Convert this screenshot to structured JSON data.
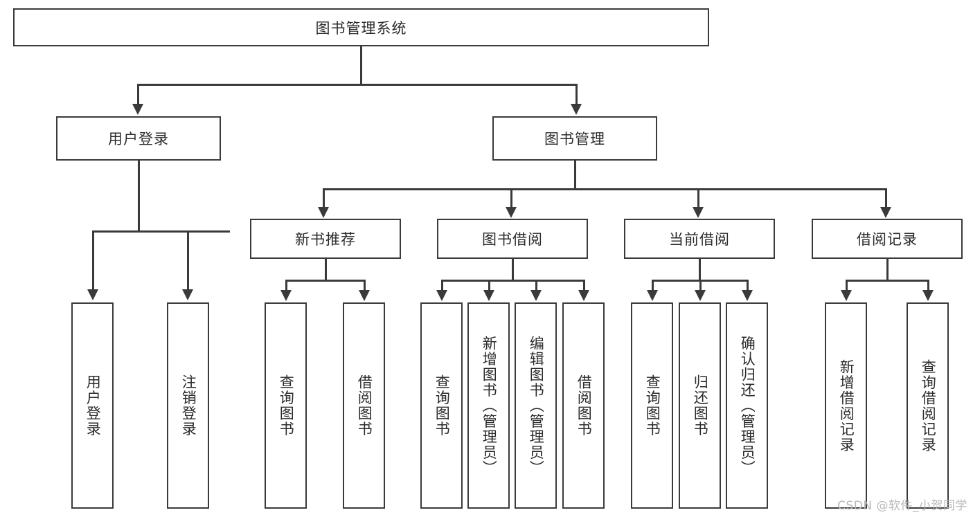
{
  "diagram": {
    "type": "tree-hierarchy",
    "title": "图书管理系统",
    "root": {
      "id": "root",
      "label": "图书管理系统",
      "orientation": "horizontal"
    },
    "level2": [
      {
        "id": "user-login",
        "label": "用户登录",
        "orientation": "horizontal"
      },
      {
        "id": "book-management",
        "label": "图书管理",
        "orientation": "horizontal"
      }
    ],
    "level3": [
      {
        "id": "new-book-recommend",
        "label": "新书推荐",
        "orientation": "horizontal",
        "parent": "book-management"
      },
      {
        "id": "book-borrow",
        "label": "图书借阅",
        "orientation": "horizontal",
        "parent": "book-management"
      },
      {
        "id": "current-borrow",
        "label": "当前借阅",
        "orientation": "horizontal",
        "parent": "book-management"
      },
      {
        "id": "borrow-record",
        "label": "借阅记录",
        "orientation": "horizontal",
        "parent": "book-management"
      }
    ],
    "leaves": {
      "user_login": [
        {
          "id": "leaf-user-login",
          "label": "用户登录"
        },
        {
          "id": "leaf-logout",
          "label": "注销登录"
        }
      ],
      "new_book_recommend": [
        {
          "id": "leaf-query-book-1",
          "label": "查询图书"
        },
        {
          "id": "leaf-borrow-book-1",
          "label": "借阅图书"
        }
      ],
      "book_borrow": [
        {
          "id": "leaf-query-book-2",
          "label": "查询图书"
        },
        {
          "id": "leaf-add-book",
          "label": "新增图书（管理员）"
        },
        {
          "id": "leaf-edit-book",
          "label": "编辑图书（管理员）"
        },
        {
          "id": "leaf-borrow-book-2",
          "label": "借阅图书"
        }
      ],
      "current_borrow": [
        {
          "id": "leaf-query-book-3",
          "label": "查询图书"
        },
        {
          "id": "leaf-return-book",
          "label": "归还图书"
        },
        {
          "id": "leaf-confirm-return",
          "label": "确认归还（管理员）"
        }
      ],
      "borrow_record": [
        {
          "id": "leaf-add-record",
          "label": "新增借阅记录"
        },
        {
          "id": "leaf-query-record",
          "label": "查询借阅记录"
        }
      ]
    },
    "colors": {
      "line": "#3a3a3a",
      "box_fill": "#ffffff",
      "text": "#2b2b2b",
      "watermark": "#b8b8b8"
    }
  },
  "watermark": {
    "text": "CSDN @软件_小贺同学"
  }
}
